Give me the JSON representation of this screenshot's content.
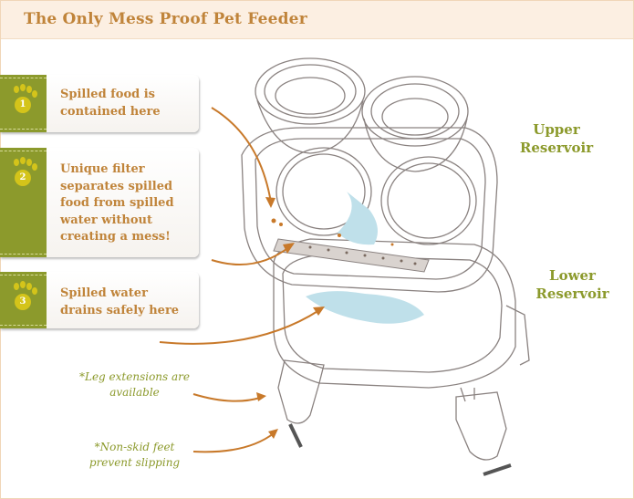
{
  "title": "The Only Mess Proof Pet Feeder",
  "callouts": [
    {
      "number": "1",
      "icon": "paw-icon",
      "text": "Spilled food is contained here"
    },
    {
      "number": "2",
      "icon": "paw-icon",
      "text": "Unique filter separates spilled food from spilled water without creating a mess!"
    },
    {
      "number": "3",
      "icon": "paw-icon",
      "text": "Spilled water drains safely here"
    }
  ],
  "labels": {
    "upper": "Upper Reservoir",
    "lower": "Lower Reservoir"
  },
  "notes": {
    "legs": "*Leg extensions are available",
    "feet": "*Non-skid feet prevent slipping"
  },
  "colors": {
    "title": "#c0843a",
    "green": "#8c9a2c",
    "arrow": "#c8792a",
    "water": "#bfe0ea"
  }
}
